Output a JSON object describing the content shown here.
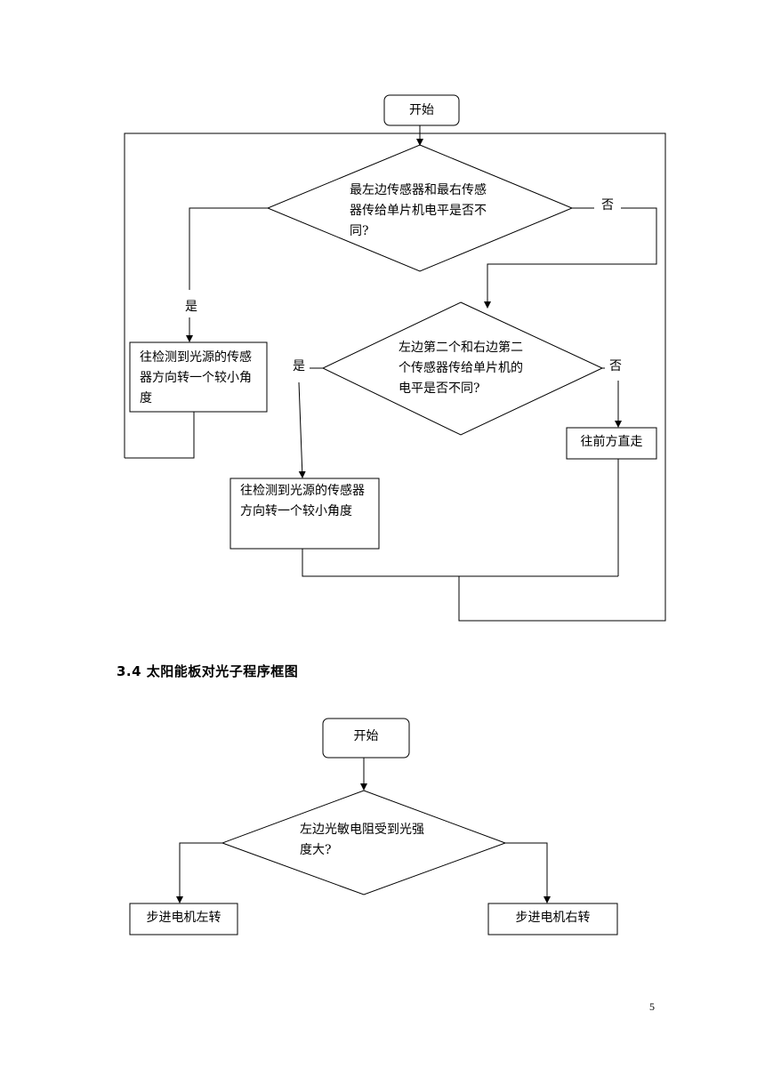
{
  "flow1": {
    "start": "开始",
    "decision1": "最左边传感器和最右传感器传给单片机电平是否不同?",
    "decision1_yes": "是",
    "decision1_no": "否",
    "left_action": "往检测到光源的传感器方向转一个较小角度",
    "decision2": "左边第二个和右边第二个传感器传给单片机的电平是否不同?",
    "decision2_yes": "是",
    "decision2_no": "否",
    "mid_action": "往检测到光源的传感器方向转一个较小角度",
    "straight_action": "往前方直走"
  },
  "section_heading": "3.4 太阳能板对光子程序框图",
  "flow2": {
    "start": "开始",
    "decision": "左边光敏电阻受到光强度大?",
    "left_action": "步进电机左转",
    "right_action": "步进电机右转"
  },
  "page_number": "5"
}
